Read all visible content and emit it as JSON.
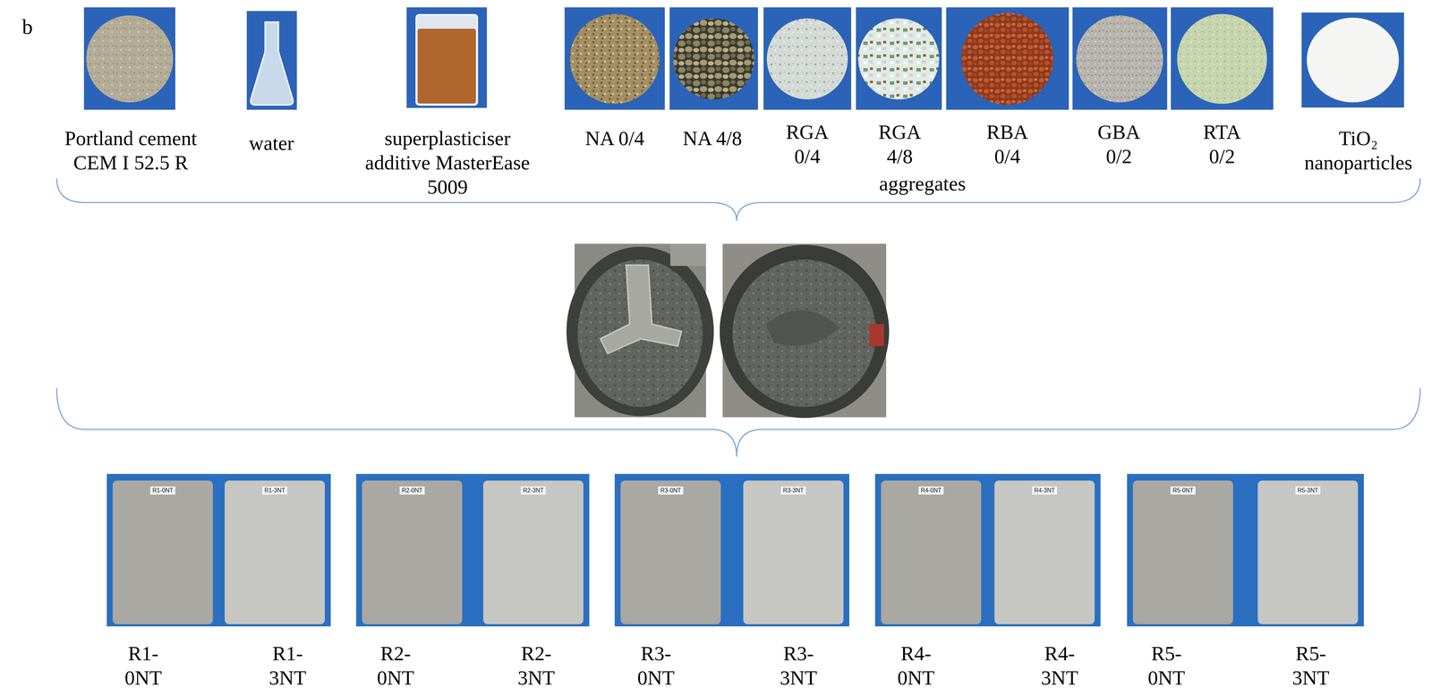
{
  "diagram": {
    "nodes": [
      {
        "text": [
          "R1-0NT"
        ]
      },
      {
        "text": [
          "R1-3NT"
        ]
      },
      {
        "text": [
          "R2-0NT"
        ]
      },
      {
        "text": [
          "R2-3NT"
        ]
      },
      {
        "text": [
          "R3-0NT"
        ]
      },
      {
        "text": [
          "R3-3NT"
        ]
      },
      {
        "text": [
          "R4-0NT"
        ]
      },
      {
        "text": [
          "R4-3NT"
        ]
      },
      {
        "text": [
          "R5-0NT"
        ]
      },
      {
        "text": [
          "R5-3NT"
        ]
      }
    ],
    "labels": [
      "b",
      "Portland cement CEM I 52.5 R",
      "water",
      "superplasticiser additive MasterEase 5009",
      "NA 0/4",
      "NA 4/8",
      "RGA 0/4",
      "RGA 4/8",
      "RBA 0/4",
      "GBA 0/2",
      "RTA 0/2",
      "TiO₂ nanoparticles",
      "aggregates",
      "R1- 0NT",
      "R1- 3NT",
      "R2- 0NT",
      "R2- 3NT",
      "R3- 0NT",
      "R3- 3NT",
      "R4- 0NT",
      "R4- 3NT",
      "R5- 0NT",
      "R5- 3NT"
    ]
  }
}
